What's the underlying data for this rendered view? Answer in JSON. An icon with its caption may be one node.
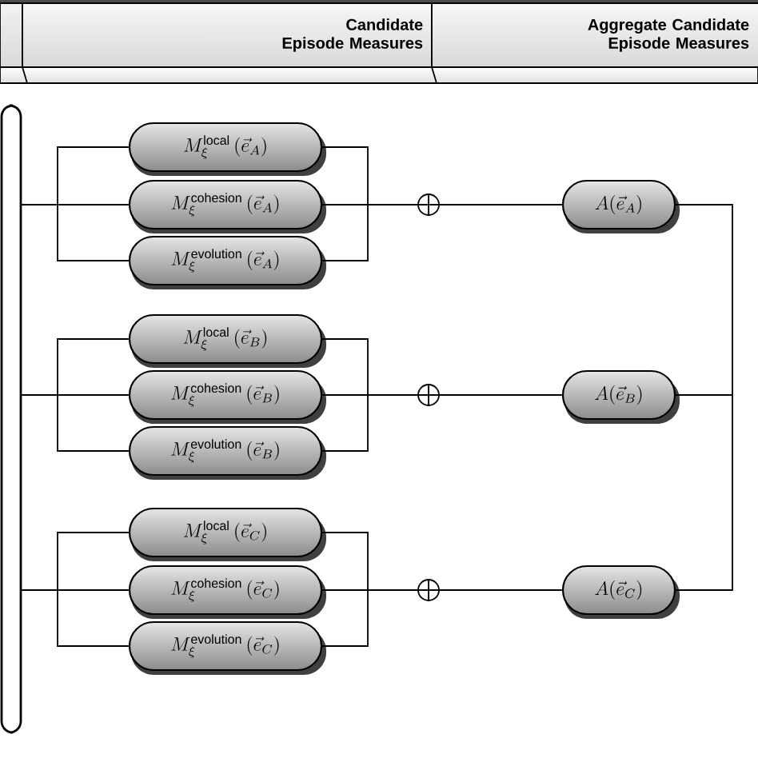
{
  "diagram": {
    "nodes": [
      {
        "text": [
          "Candidate Episode Measures"
        ]
      },
      {
        "text": [
          "Aggregate Candidate Episode Measures"
        ]
      },
      {
        "text": [],
        "shape": "box"
      },
      {
        "text": [
          "M^{\\mathrm{local}}_{\\xi}\\,(\\vec{e}_{A})"
        ]
      },
      {
        "text": [
          "M^{\\mathrm{cohesion}}_{\\xi}\\,(\\vec{e}_{A})"
        ]
      },
      {
        "text": [
          "M^{\\mathrm{evolution}}_{\\xi}\\,(\\vec{e}_{A})"
        ]
      },
      {
        "text": [
          "M^{\\mathrm{local}}_{\\xi}\\,(\\vec{e}_{B})"
        ]
      },
      {
        "text": [
          "M^{\\mathrm{cohesion}}_{\\xi}\\,(\\vec{e}_{B})"
        ]
      },
      {
        "text": [
          "M^{\\mathrm{evolution}}_{\\xi}\\,(\\vec{e}_{B})"
        ]
      },
      {
        "text": [
          "M^{\\mathrm{local}}_{\\xi}\\,(\\vec{e}_{C})"
        ]
      },
      {
        "text": [
          "M^{\\mathrm{cohesion}}_{\\xi}\\,(\\vec{e}_{C})"
        ]
      },
      {
        "text": [
          "M^{\\mathrm{evolution}}_{\\xi}\\,(\\vec{e}_{C})"
        ]
      },
      {
        "text": [],
        "shape": "circle"
      },
      {
        "text": [],
        "shape": "circle"
      },
      {
        "text": [],
        "shape": "circle"
      },
      {
        "text": [
          "A(\\vec{e}_{A})"
        ]
      },
      {
        "text": [
          "A(\\vec{e}_{B})"
        ]
      },
      {
        "text": [
          "A(\\vec{e}_{C})"
        ]
      }
    ],
    "edges": [
      {
        "from": 2,
        "to": 3,
        "arrow": "none"
      },
      {
        "from": 2,
        "to": 4,
        "arrow": "none"
      },
      {
        "from": 2,
        "to": 5,
        "arrow": "none"
      },
      {
        "from": 2,
        "to": 6,
        "arrow": "none"
      },
      {
        "from": 2,
        "to": 7,
        "arrow": "none"
      },
      {
        "from": 2,
        "to": 8,
        "arrow": "none"
      },
      {
        "from": 2,
        "to": 9,
        "arrow": "none"
      },
      {
        "from": 2,
        "to": 10,
        "arrow": "none"
      },
      {
        "from": 2,
        "to": 11,
        "arrow": "none"
      },
      {
        "from": 3,
        "to": 12,
        "arrow": "none"
      },
      {
        "from": 4,
        "to": 12,
        "arrow": "none"
      },
      {
        "from": 5,
        "to": 12,
        "arrow": "none"
      },
      {
        "from": 6,
        "to": 13,
        "arrow": "none"
      },
      {
        "from": 7,
        "to": 13,
        "arrow": "none"
      },
      {
        "from": 8,
        "to": 13,
        "arrow": "none"
      },
      {
        "from": 9,
        "to": 14,
        "arrow": "none"
      },
      {
        "from": 10,
        "to": 14,
        "arrow": "none"
      },
      {
        "from": 11,
        "to": 14,
        "arrow": "none"
      },
      {
        "from": 12,
        "to": 15,
        "arrow": "none"
      },
      {
        "from": 13,
        "to": 16,
        "arrow": "none"
      },
      {
        "from": 14,
        "to": 17,
        "arrow": "none"
      },
      {
        "from": 15,
        "to": null,
        "arrow": "none"
      },
      {
        "from": 16,
        "to": null,
        "arrow": "none"
      },
      {
        "from": 17,
        "to": null,
        "arrow": "none"
      }
    ]
  }
}
